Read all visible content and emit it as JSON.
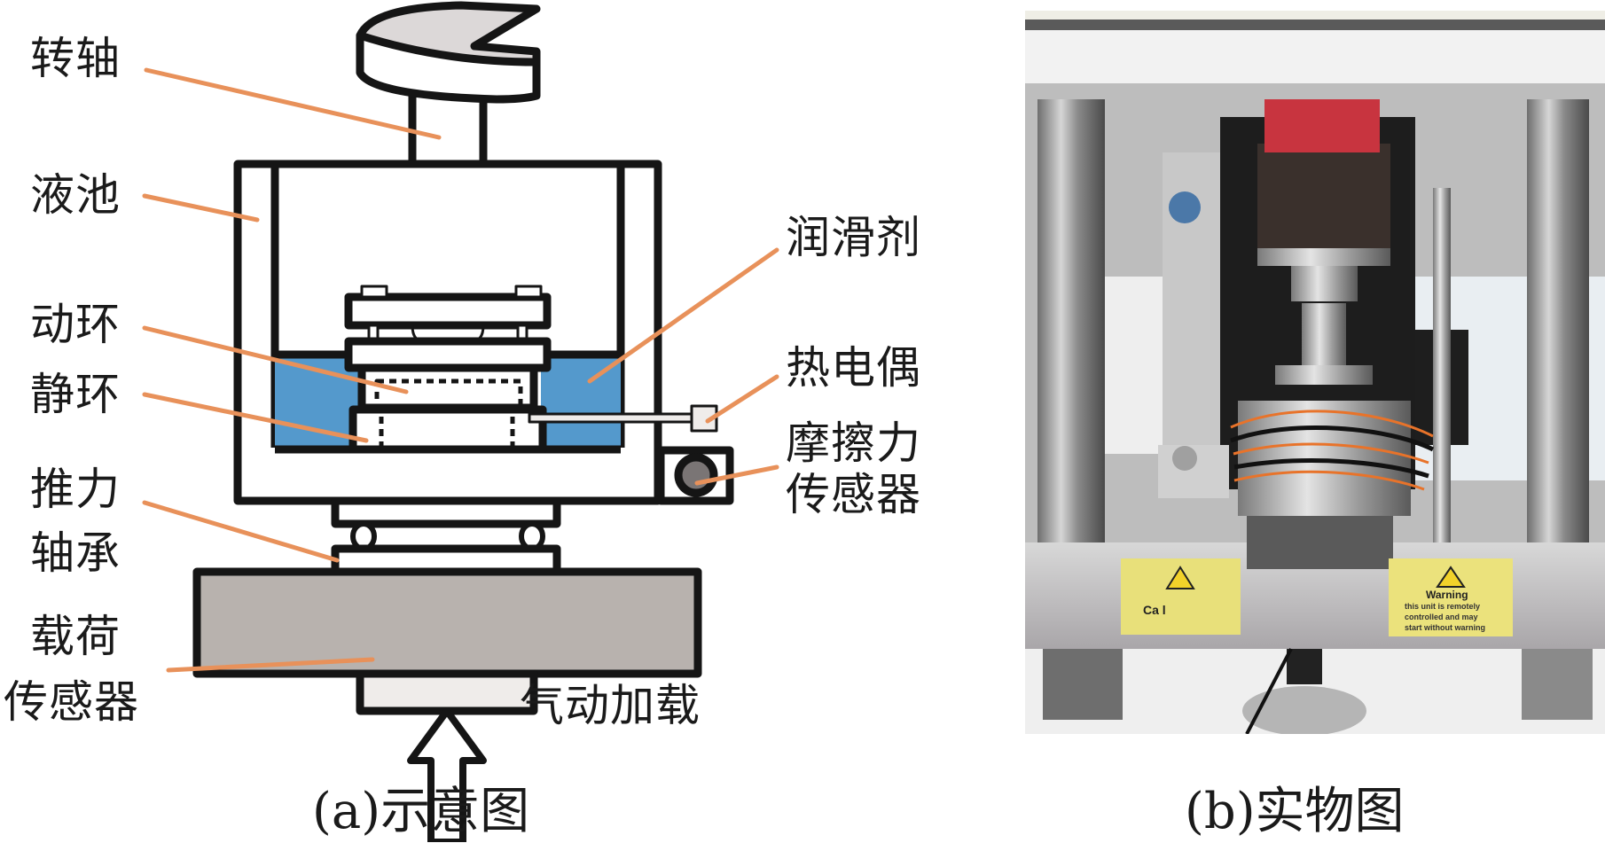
{
  "figure": {
    "panel_a": {
      "caption": "(a)示意图",
      "labels": {
        "shaft": "转轴",
        "liquid_pool": "液池",
        "moving_ring": "动环",
        "static_ring": "静环",
        "thrust_bearing_line1": "推力",
        "thrust_bearing_line2": "轴承",
        "load_sensor_line1": "载荷",
        "load_sensor_line2": "传感器",
        "lubricant": "润滑剂",
        "thermocouple": "热电偶",
        "friction_sensor_line1": "摩擦力",
        "friction_sensor_line2": "传感器",
        "pneumatic_loading": "气动加载"
      },
      "colors": {
        "lubricant": "#5499cc",
        "leader_line": "#e8915a",
        "load_plate": "#b8b2ae",
        "outline": "#151515",
        "shaft_top": "#dcd8d8",
        "sensor_fill": "#efecea",
        "friction_sensor_core": "#7a7575"
      }
    },
    "panel_b": {
      "caption": "(b)实物图",
      "sign_left_text": "Ca  l",
      "sign_right_title": "Warning",
      "sign_right_lines": [
        "this unit is remotely",
        "controlled and may",
        "start without warning"
      ]
    }
  }
}
